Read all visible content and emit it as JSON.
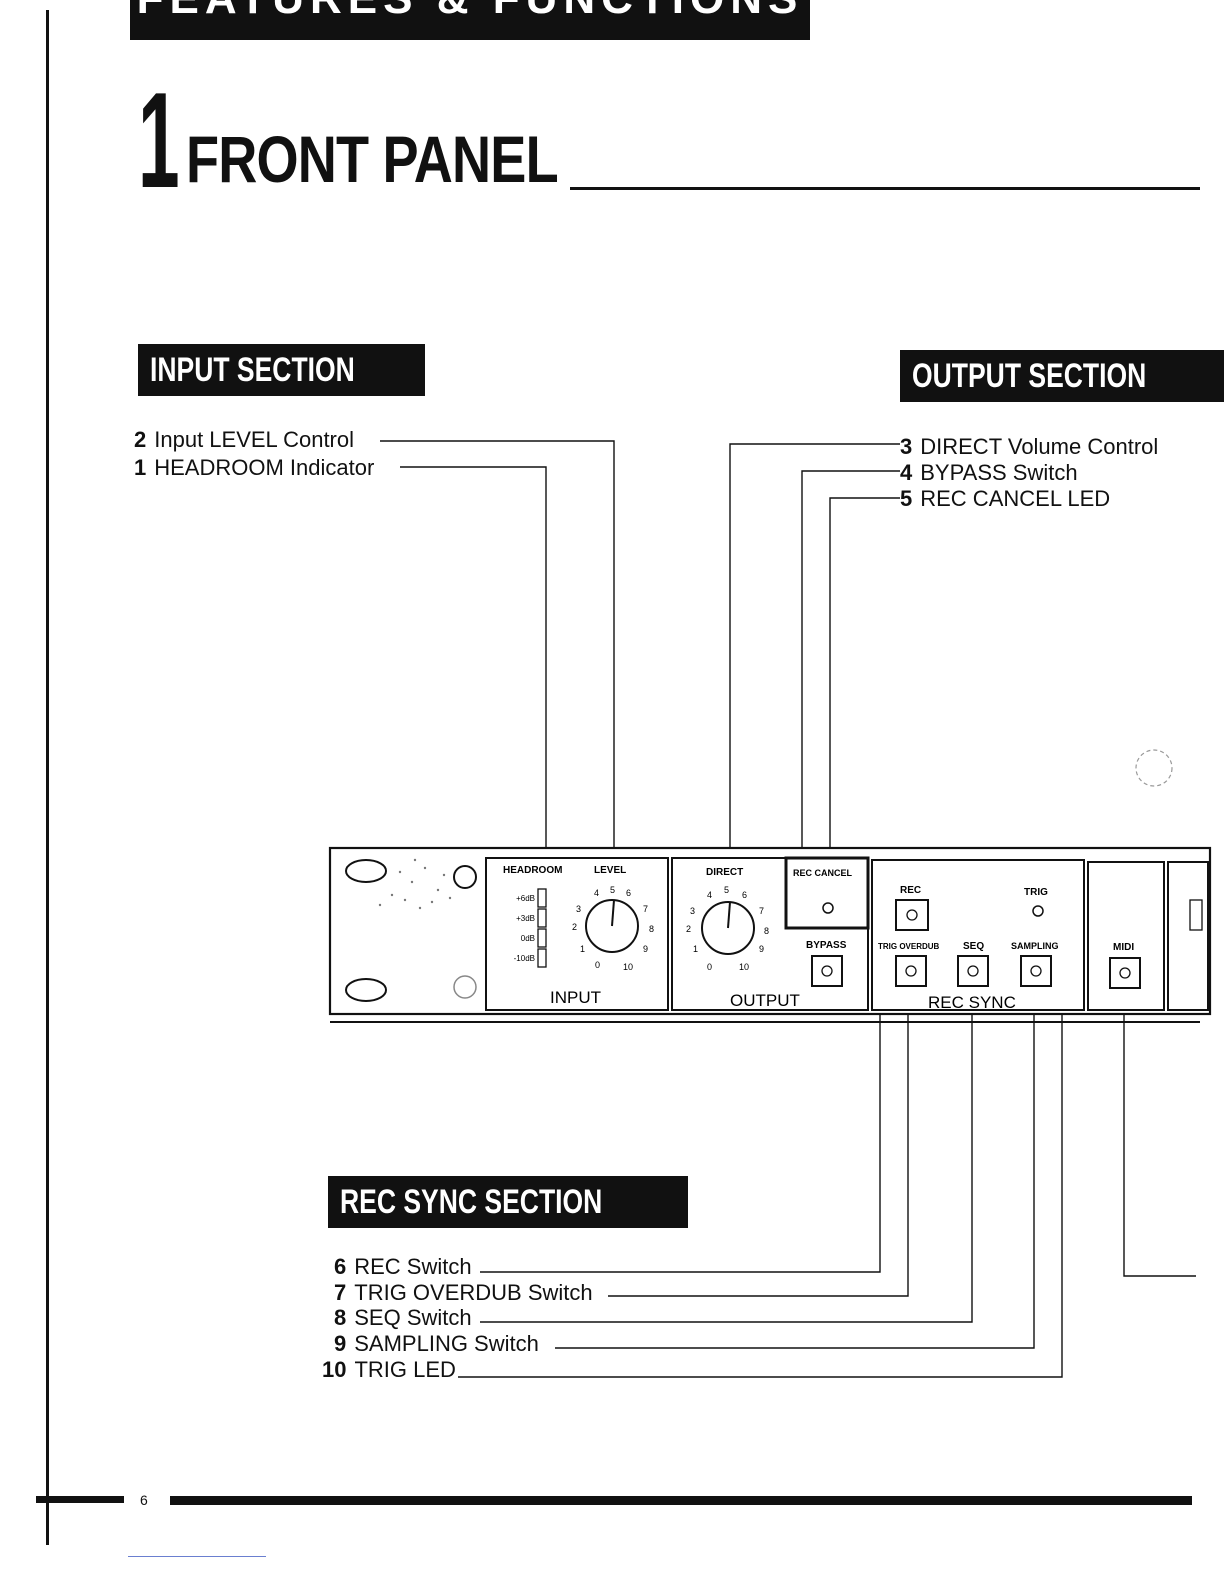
{
  "header": {
    "top_band_text": "FEATURES & FUNCTIONS",
    "chapter_number": "1",
    "title": "FRONT PANEL"
  },
  "sections": {
    "input": "INPUT SECTION",
    "output": "OUTPUT SECTION",
    "rec_sync": "REC SYNC SECTION"
  },
  "callouts": {
    "input": [
      {
        "num": "2",
        "label": "Input LEVEL Control"
      },
      {
        "num": "1",
        "label": "HEADROOM Indicator"
      }
    ],
    "output": [
      {
        "num": "3",
        "label": "DIRECT Volume Control"
      },
      {
        "num": "4",
        "label": "BYPASS Switch"
      },
      {
        "num": "5",
        "label": "REC CANCEL LED"
      }
    ],
    "rec_sync": [
      {
        "num": "6",
        "label": "REC Switch"
      },
      {
        "num": "7",
        "label": "TRIG OVERDUB Switch"
      },
      {
        "num": "8",
        "label": "SEQ Switch"
      },
      {
        "num": "9",
        "label": "SAMPLING Switch"
      },
      {
        "num": "10",
        "label": "TRIG LED"
      }
    ]
  },
  "panel": {
    "headroom": "HEADROOM",
    "level": "LEVEL",
    "meter_marks": [
      "+6dB",
      "+3dB",
      "0dB",
      "-10dB"
    ],
    "input": "INPUT",
    "direct": "DIRECT",
    "rec_cancel": "REC CANCEL",
    "bypass": "BYPASS",
    "output": "OUTPUT",
    "rec": "REC",
    "trig": "TRIG",
    "trig_overdub": "TRIG OVERDUB",
    "seq": "SEQ",
    "sampling": "SAMPLING",
    "rec_sync": "REC SYNC",
    "midi": "MIDI",
    "knob_scale": [
      "0",
      "1",
      "2",
      "3",
      "4",
      "5",
      "6",
      "7",
      "8",
      "9",
      "10"
    ]
  },
  "footer": {
    "page_number": "6"
  }
}
